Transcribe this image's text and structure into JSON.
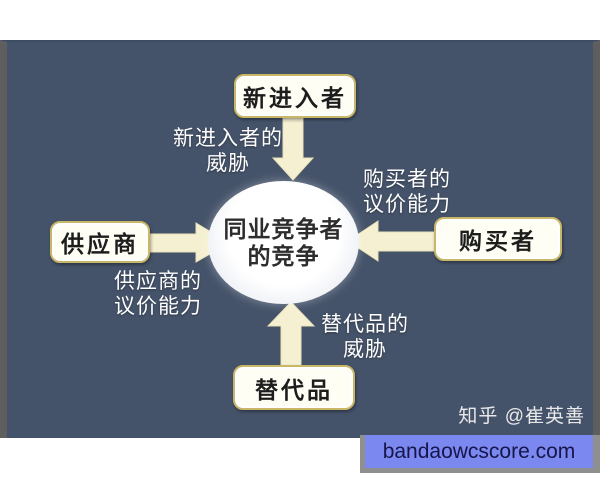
{
  "diagram": {
    "type": "five-forces",
    "background_color": "#45536a",
    "edge_strip_color": "#5e5e5e",
    "node_fill": "#fffef4",
    "node_border_color": "#c9b768",
    "arrow_color": "#f5f0d2",
    "label_text_color": "#ffffff",
    "center": {
      "line1": "同业竞争者",
      "line2": "的竞争"
    },
    "nodes": {
      "new_entrants": "新进入者",
      "suppliers": "供应商",
      "buyers": "购买者",
      "substitutes": "替代品"
    },
    "labels": {
      "new_entrants_threat": {
        "line1": "新进入者的",
        "line2": "威胁"
      },
      "buyers_power": {
        "line1": "购买者的",
        "line2": "议价能力"
      },
      "suppliers_power": {
        "line1": "供应商的",
        "line2": "议价能力"
      },
      "substitutes_threat": {
        "line1": "替代品的",
        "line2": "威胁"
      }
    }
  },
  "watermark": {
    "text": "知乎 @崔英善"
  },
  "banner": {
    "text": "bandaowcscore.com",
    "background": "#7b88f0",
    "text_color": "#16164a"
  }
}
